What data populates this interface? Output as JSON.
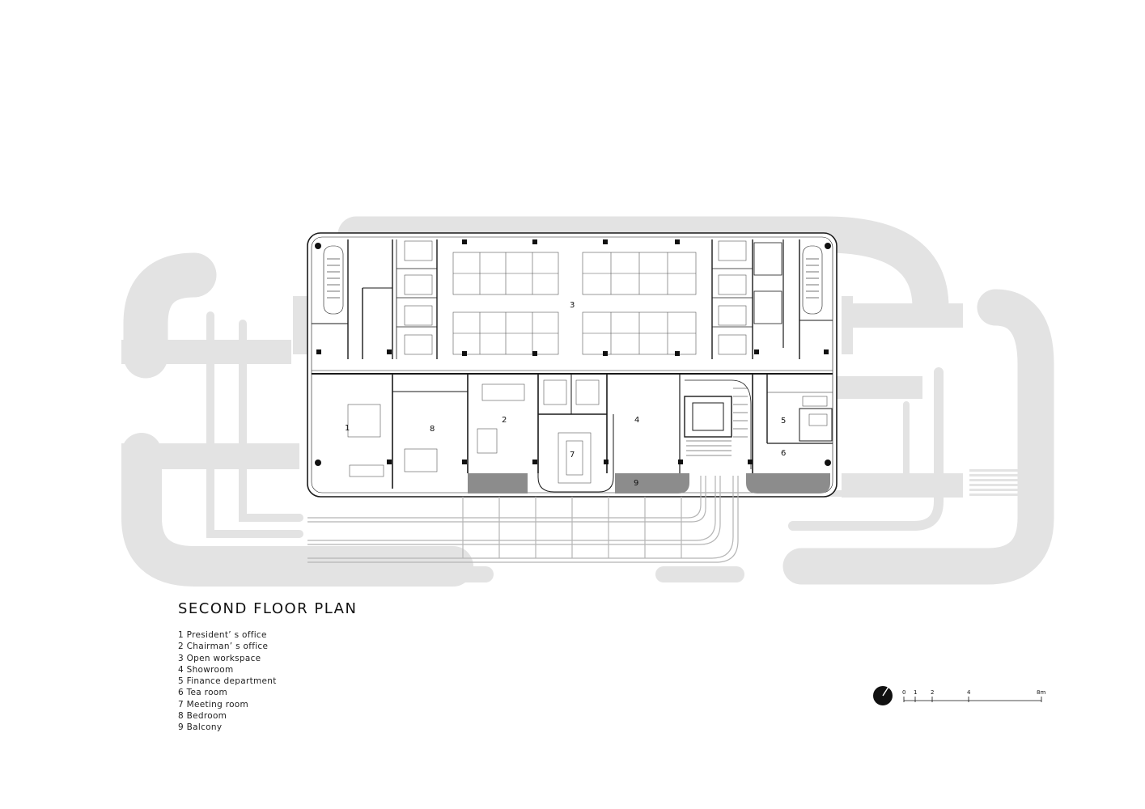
{
  "title": "SECOND FLOOR PLAN",
  "legend": [
    "1 President’ s office",
    "2 Chairman’ s office",
    "3 Open workspace",
    "4 Showroom",
    "5 Finance department",
    "6 Tea room",
    "7 Meeting room",
    "8 Bedroom",
    "9 Balcony"
  ],
  "room_labels": [
    "1",
    "2",
    "3",
    "4",
    "5",
    "6",
    "7",
    "8",
    "9"
  ],
  "scale_bar": {
    "ticks": [
      "0",
      "1",
      "2",
      "4",
      "8m"
    ]
  },
  "colors": {
    "background_graphic": "#e3e3e3",
    "line": "#1a1a1a",
    "balcony": "#8c8c8c",
    "text": "#111111"
  }
}
